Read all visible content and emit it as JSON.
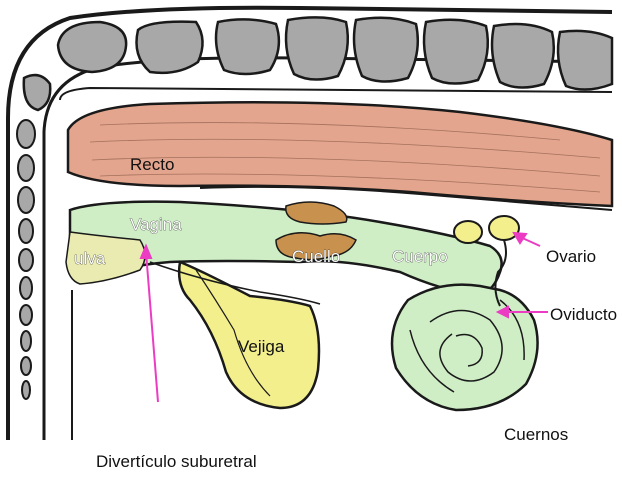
{
  "diagram": {
    "labels": {
      "recto": "Recto",
      "vagina": "Vagina",
      "vulva": "ulva",
      "cuello": "Cuello",
      "cuerpo": "Cuerpo",
      "ovario": "Ovario",
      "oviducto": "Oviducto",
      "vejiga": "Vejiga",
      "cuernos": "Cuernos"
    },
    "caption": "Divertículo suburetral",
    "colors": {
      "rectum": "#e3a58d",
      "reproductive_tract": "#cfeec6",
      "bladder": "#f2ef8c",
      "ovary": "#f2ef8c",
      "cervix": "#c8924e",
      "vertebrae": "#a8a8a8",
      "pointer": "#ec3cc4",
      "outline": "#1a1a1a"
    }
  }
}
